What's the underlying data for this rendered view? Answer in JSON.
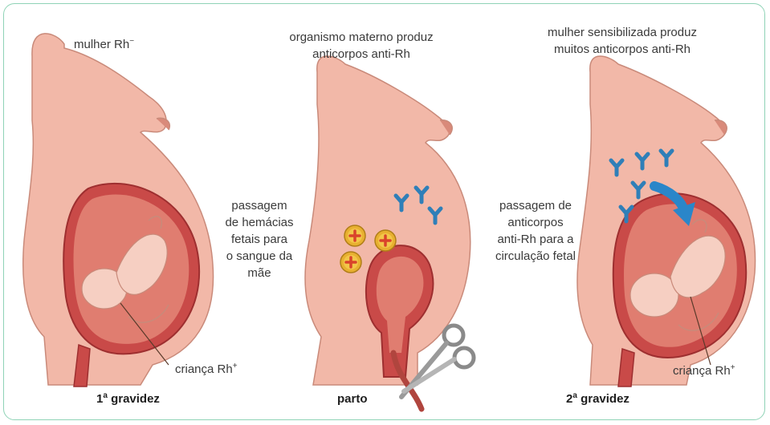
{
  "panel1": {
    "top_label": "mulher Rh",
    "top_sup": "−",
    "middle_lines": [
      "passagem",
      "de hemácias",
      "fetais para",
      "o sangue da",
      "mãe"
    ],
    "child_label": "criança Rh",
    "child_sup": "+",
    "caption_num": "1",
    "caption_sup": "a",
    "caption_text": " gravidez"
  },
  "panel2": {
    "top_lines": [
      "organismo materno produz",
      "anticorpos anti-Rh"
    ],
    "caption": "parto"
  },
  "panel3": {
    "top_lines": [
      "mulher sensibilizada produz",
      "muitos anticorpos anti-Rh"
    ],
    "middle_lines": [
      "passagem de",
      "anticorpos",
      "anti-Rh para a",
      "circulação fetal"
    ],
    "child_label": "criança Rh",
    "child_sup": "+",
    "caption_num": "2",
    "caption_sup": "a",
    "caption_text": " gravidez"
  },
  "colors": {
    "body": "#f2b8a8",
    "body_outline": "#c98a7a",
    "uterus": "#c94a48",
    "uterus_inner": "#e07d70",
    "fetus": "#f6cfc2",
    "antibody": "#2f7fb8",
    "arrow": "#2a86c9",
    "cell": "#e8b030",
    "cell_cross": "#d9432b",
    "frame": "#8fd3b6"
  }
}
